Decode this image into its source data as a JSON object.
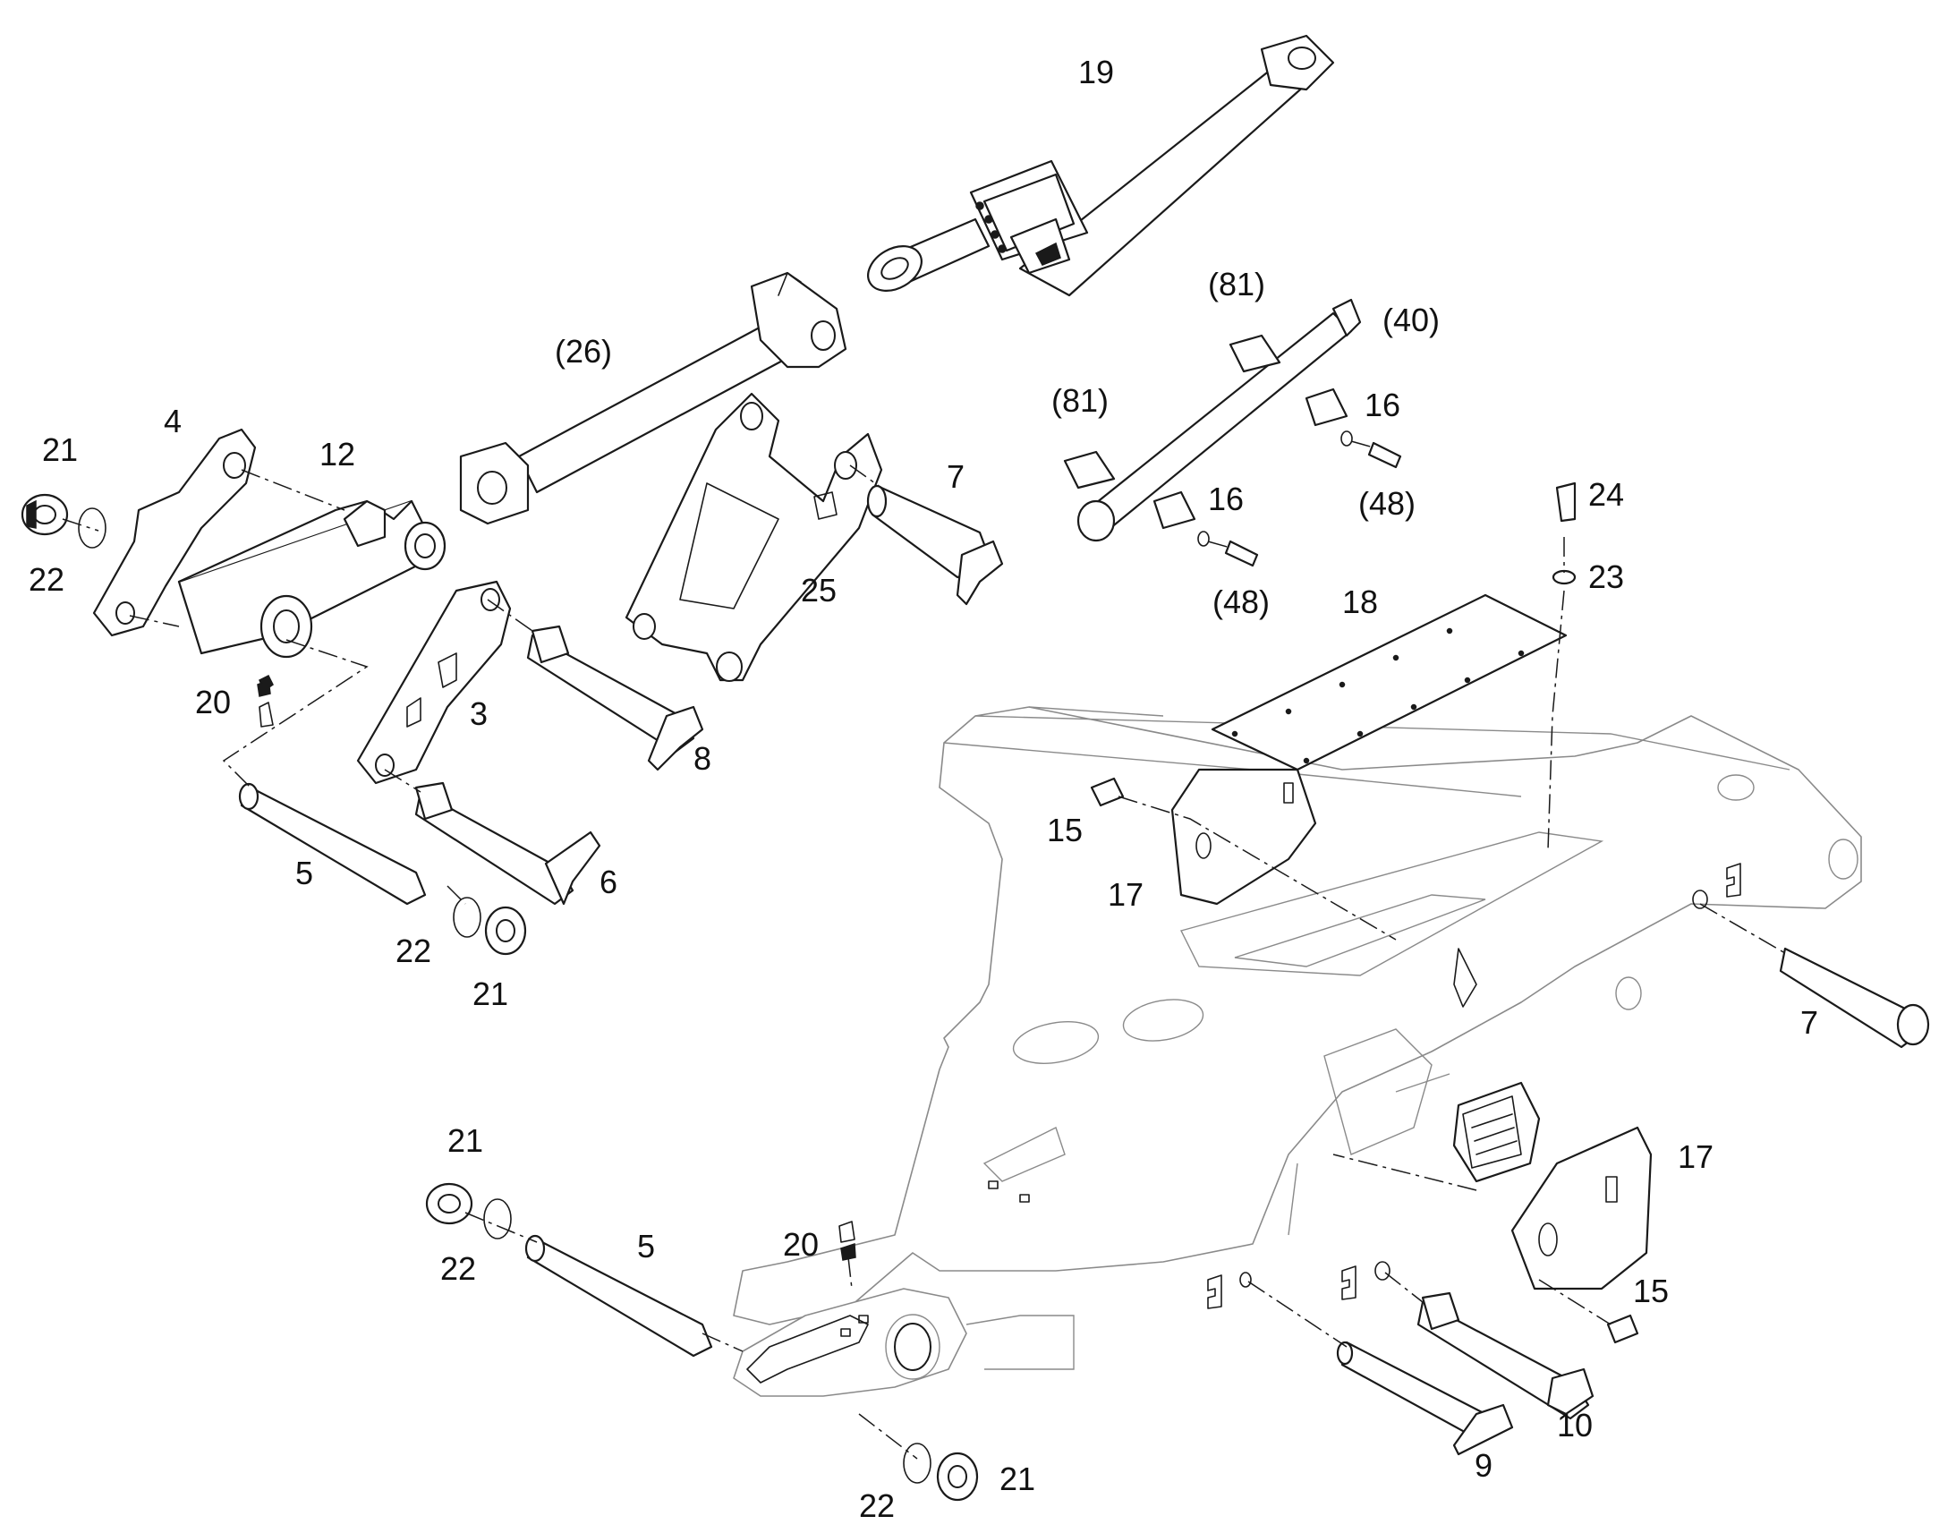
{
  "callouts": [
    "19",
    "(26)",
    "(81)",
    "(40)",
    "(81)",
    "16",
    "16",
    "(48)",
    "(48)",
    "24",
    "23",
    "18",
    "4",
    "12",
    "21",
    "22",
    "7",
    "25",
    "20",
    "3",
    "8",
    "6",
    "5",
    "22",
    "21",
    "15",
    "17",
    "7",
    "21",
    "22",
    "5",
    "20",
    "17",
    "15",
    "10",
    "9",
    "22",
    "21"
  ],
  "colors": {
    "line": "#1a1a1a",
    "frame": "#8a8a8a",
    "background": "#ffffff"
  }
}
